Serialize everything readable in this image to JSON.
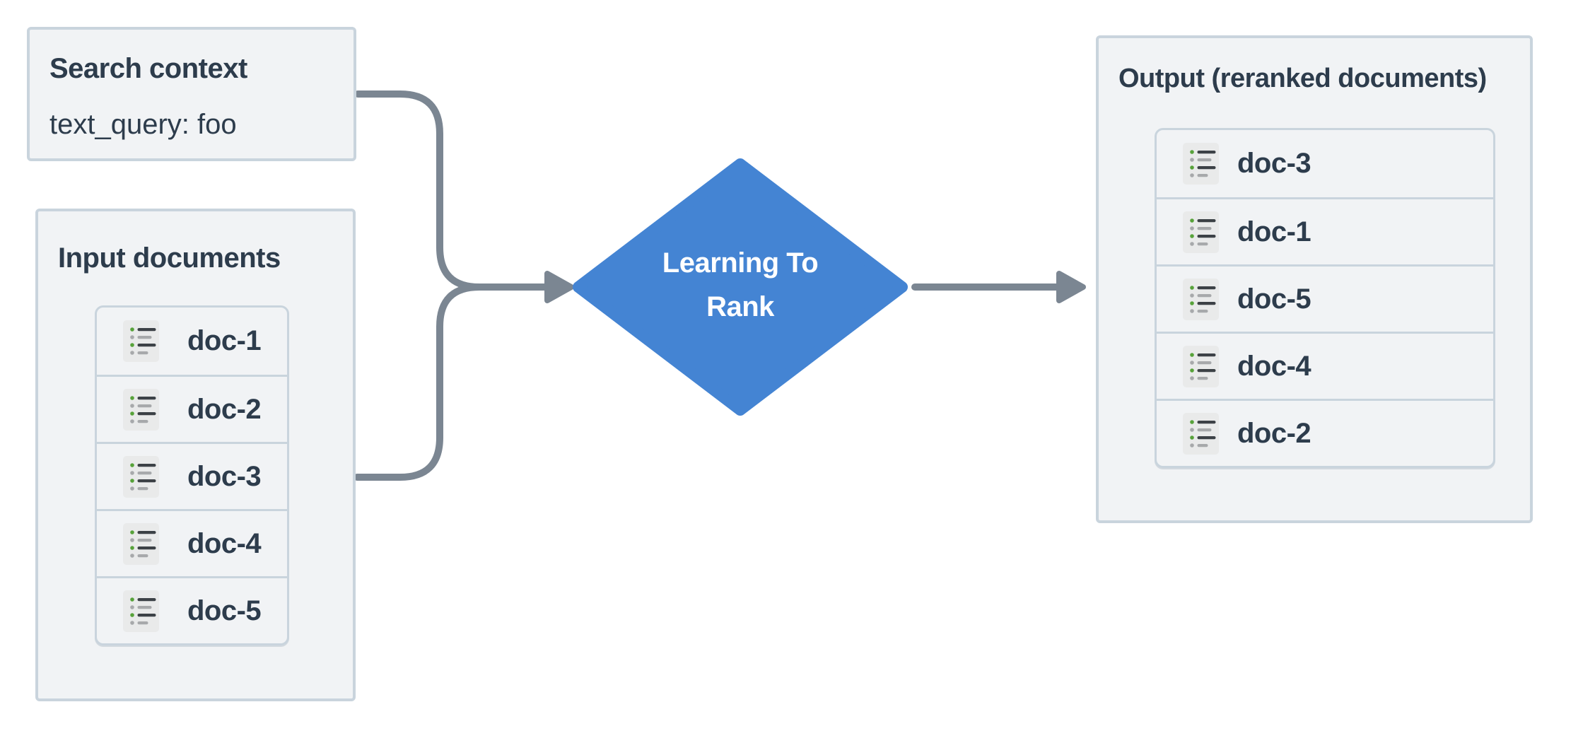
{
  "palette": {
    "box_fill": "#f1f3f5",
    "box_border": "#c9d4dd",
    "ink": "#2d3c4c",
    "arrow": "#7b8692",
    "diamond_fill": "#4484d3",
    "diamond_text": "#ffffff",
    "icon_bg": "#e9eaea",
    "icon_green": "#57a23a",
    "icon_dark": "#3c4146",
    "icon_gray": "#a7a9ab"
  },
  "search_context": {
    "title": "Search context",
    "query_line": "text_query: foo"
  },
  "input_documents": {
    "title": "Input documents",
    "icon": "list-lines-icon",
    "items": [
      "doc-1",
      "doc-2",
      "doc-3",
      "doc-4",
      "doc-5"
    ]
  },
  "diamond": {
    "line1": "Learning To",
    "line2": "Rank"
  },
  "output": {
    "title": "Output (reranked documents)",
    "icon": "list-lines-icon",
    "items": [
      "doc-3",
      "doc-1",
      "doc-5",
      "doc-4",
      "doc-2"
    ]
  }
}
